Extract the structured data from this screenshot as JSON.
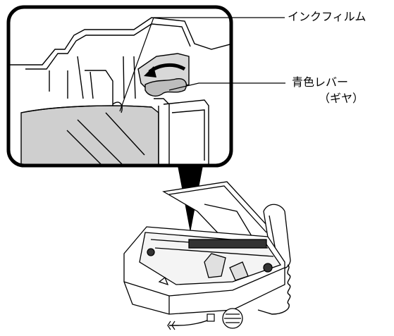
{
  "labels": {
    "ink_film": "インクフィルム",
    "blue_lever_line1": "青色レバー",
    "blue_lever_line2": "（ギヤ）"
  }
}
